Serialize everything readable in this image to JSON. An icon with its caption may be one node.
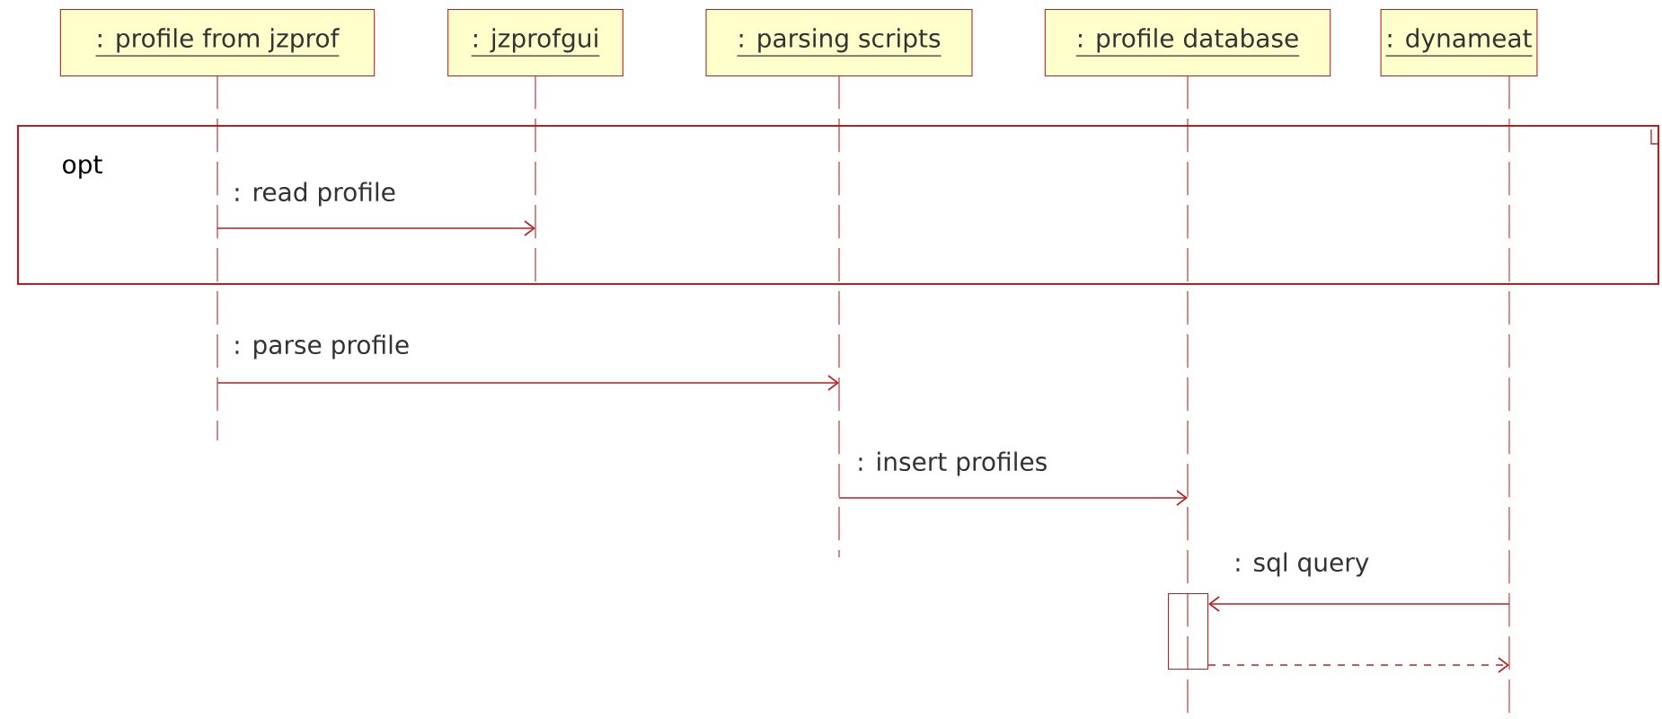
{
  "diagram": {
    "nodes": [
      {
        "text": [
          ": profile from jzprof"
        ]
      },
      {
        "text": [
          ": jzprofgui"
        ]
      },
      {
        "text": [
          ": parsing scripts"
        ]
      },
      {
        "text": [
          ": profile database"
        ]
      },
      {
        "text": [
          ": dynameat"
        ]
      },
      {
        "text": [],
        "shape": "bar"
      },
      {
        "text": [],
        "shape": "line"
      },
      {
        "text": [],
        "shape": "line"
      },
      {
        "text": [],
        "shape": "line"
      },
      {
        "text": [],
        "shape": "line"
      },
      {
        "text": [],
        "shape": "line"
      }
    ],
    "edges": [
      {
        "from": 6,
        "to": 7,
        "arrow": "to",
        "label": ": read profile"
      },
      {
        "from": 6,
        "to": 8,
        "arrow": "to",
        "label": ": parse profile"
      },
      {
        "from": 8,
        "to": 9,
        "arrow": "to",
        "label": ": insert profiles"
      },
      {
        "from": 10,
        "to": 5,
        "arrow": "to",
        "label": ": sql query"
      },
      {
        "from": 5,
        "to": 10,
        "arrow": "to",
        "style": "dashed"
      }
    ],
    "labels": [
      "opt"
    ]
  }
}
